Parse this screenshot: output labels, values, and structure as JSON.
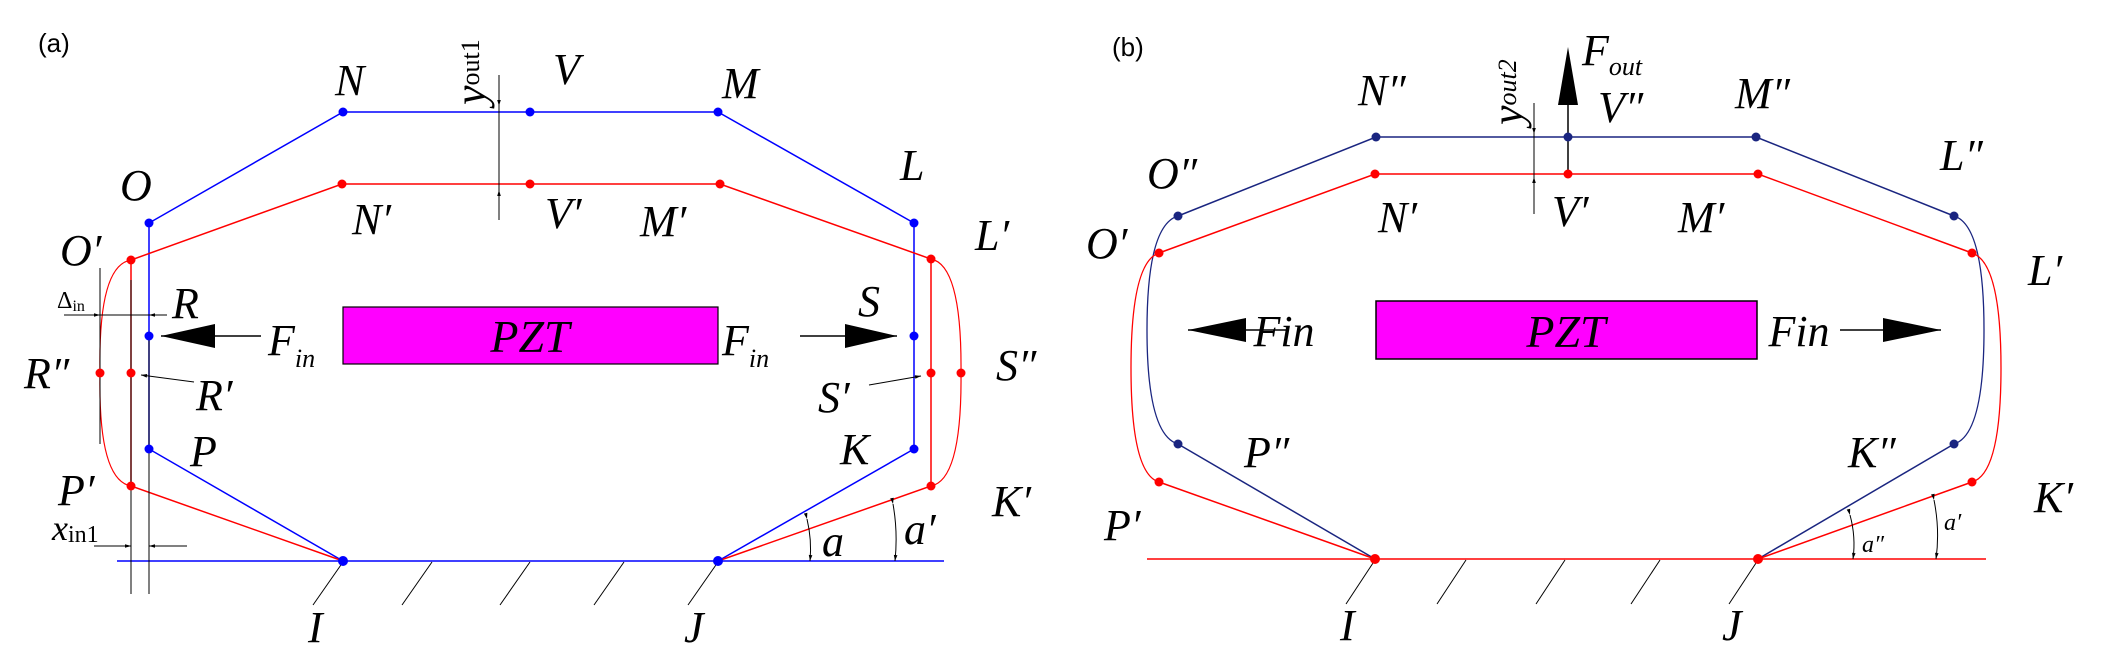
{
  "colors": {
    "blue_a": "#0000ff",
    "blue_b": "#1a2580",
    "red": "#ff0000",
    "pzt": "#ff00ff"
  },
  "panel_a": {
    "tag": "(a)",
    "labels": {
      "N": "N",
      "V": "V",
      "M": "M",
      "O": "O",
      "L": "L",
      "N1": "N′",
      "V1": "V′",
      "M1": "M′",
      "O1": "O′",
      "L1": "L′",
      "R": "R",
      "S": "S",
      "R1": "R′",
      "S1": "S′",
      "R2": "R″",
      "S2": "S″",
      "P": "P",
      "K": "K",
      "P1": "P′",
      "K1": "K′",
      "I": "I",
      "J": "J",
      "a": "a",
      "a1": "a′"
    },
    "pzt": "PZT",
    "fin": {
      "base": "F",
      "sub": "in"
    },
    "yout": {
      "base": "y",
      "sub": "out1"
    },
    "delta": {
      "base": "Δ",
      "sub": "in"
    },
    "xin": {
      "base": "x",
      "sub": "in1"
    }
  },
  "panel_b": {
    "tag": "(b)",
    "labels": {
      "N2": "N″",
      "V2": "V″",
      "M2": "M″",
      "O2": "O″",
      "L2": "L″",
      "N1": "N′",
      "V1": "V′",
      "M1": "M′",
      "O1": "O′",
      "L1": "L′",
      "P2": "P″",
      "K2": "K″",
      "P1": "P′",
      "K1": "K′",
      "I": "I",
      "J": "J",
      "a2": "a″",
      "a1": "a′"
    },
    "pzt": "PZT",
    "fin": "Fin",
    "fout": {
      "base": "F",
      "sub": "out"
    },
    "yout": {
      "base": "y",
      "sub": "out2"
    }
  }
}
